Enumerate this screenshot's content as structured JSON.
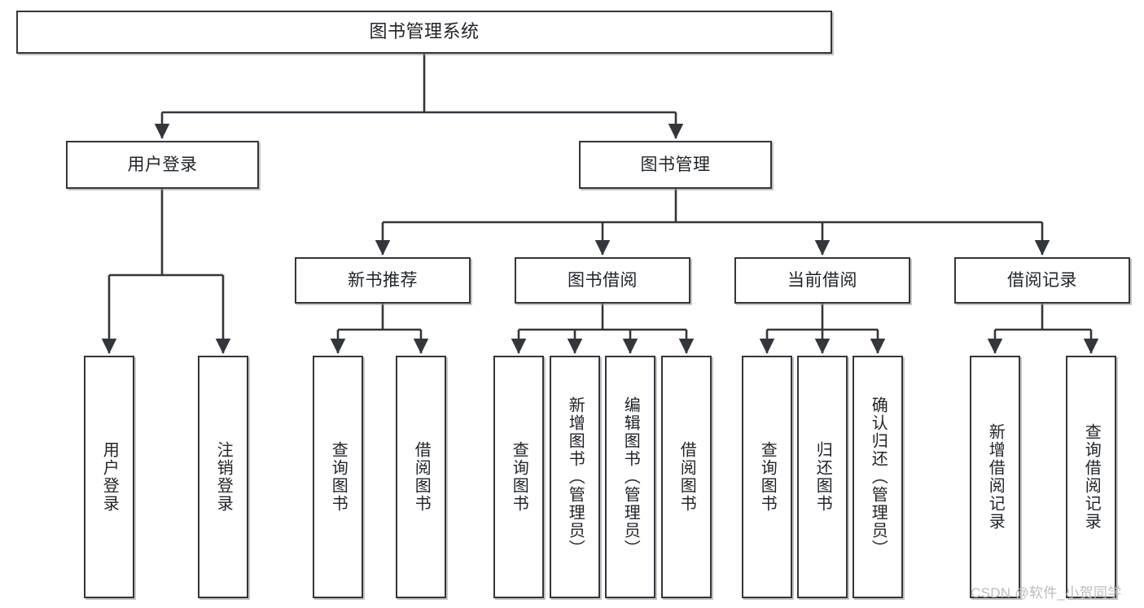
{
  "diagram": {
    "title": "图书管理系统",
    "type": "tree-hierarchy-chart",
    "colors": {
      "node_border": "#33363b",
      "node_fill": "#ffffff",
      "edge": "#33363b",
      "text": "#1f2328",
      "watermark": "#b9bcc1"
    },
    "nodes": {
      "root": {
        "label": "图书管理系统"
      },
      "level2": [
        {
          "label": "用户登录"
        },
        {
          "label": "图书管理"
        }
      ],
      "level3": [
        {
          "label": "新书推荐"
        },
        {
          "label": "图书借阅"
        },
        {
          "label": "当前借阅"
        },
        {
          "label": "借阅记录"
        }
      ],
      "leaves": {
        "user_login": [
          {
            "label": "用户登录"
          },
          {
            "label": "注销登录"
          }
        ],
        "new_book_recommend": [
          {
            "label": "查询图书"
          },
          {
            "label": "借阅图书"
          }
        ],
        "book_borrow": [
          {
            "label": "查询图书"
          },
          {
            "label": "新增图书（管理员）"
          },
          {
            "label": "编辑图书（管理员）"
          },
          {
            "label": "借阅图书"
          }
        ],
        "current_borrow": [
          {
            "label": "查询图书"
          },
          {
            "label": "归还图书"
          },
          {
            "label": "确认归还（管理员）"
          }
        ],
        "borrow_record": [
          {
            "label": "新增借阅记录"
          },
          {
            "label": "查询借阅记录"
          }
        ]
      }
    },
    "watermark": "CSDN @软件_小贺同学"
  }
}
